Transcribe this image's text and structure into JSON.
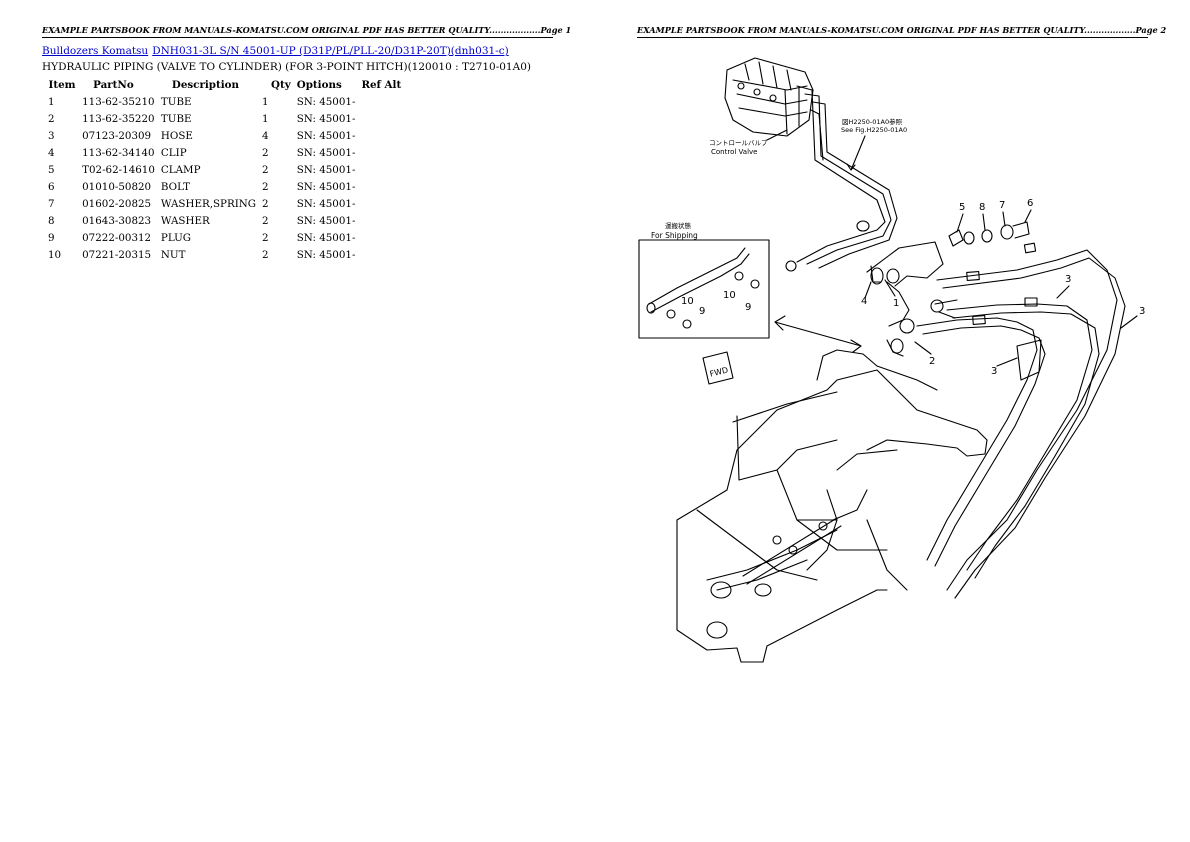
{
  "headers": {
    "page1": "EXAMPLE PARTSBOOK FROM MANUALS-KOMATSU.COM ORIGINAL PDF HAS BETTER QUALITY..................Page 1",
    "page2": "EXAMPLE PARTSBOOK FROM MANUALS-KOMATSU.COM ORIGINAL PDF HAS BETTER QUALITY..................Page 2"
  },
  "breadcrumb": {
    "link1": "Bulldozers Komatsu",
    "link2": "DNH031-3L S/N 45001-UP (D31P/PL/PLL-20/D31P-20T)(dnh031-c)"
  },
  "subtitle": "HYDRAULIC PIPING (VALVE TO CYLINDER) (FOR 3-POINT HITCH)(120010 : T2710-01A0)",
  "table": {
    "columns": [
      "Item",
      "PartNo",
      "Description",
      "Qty",
      "Options",
      "Ref Alt"
    ],
    "rows": [
      {
        "item": "1",
        "partno": "113-62-35210",
        "desc": "TUBE",
        "qty": "1",
        "options": "SN: 45001-",
        "ref": ""
      },
      {
        "item": "2",
        "partno": "113-62-35220",
        "desc": "TUBE",
        "qty": "1",
        "options": "SN: 45001-",
        "ref": ""
      },
      {
        "item": "3",
        "partno": "07123-20309",
        "desc": "HOSE",
        "qty": "4",
        "options": "SN: 45001-",
        "ref": ""
      },
      {
        "item": "4",
        "partno": "113-62-34140",
        "desc": "CLIP",
        "qty": "2",
        "options": "SN: 45001-",
        "ref": ""
      },
      {
        "item": "5",
        "partno": "T02-62-14610",
        "desc": "CLAMP",
        "qty": "2",
        "options": "SN: 45001-",
        "ref": ""
      },
      {
        "item": "6",
        "partno": "01010-50820",
        "desc": "BOLT",
        "qty": "2",
        "options": "SN: 45001-",
        "ref": ""
      },
      {
        "item": "7",
        "partno": "01602-20825",
        "desc": "WASHER,SPRING",
        "qty": "2",
        "options": "SN: 45001-",
        "ref": ""
      },
      {
        "item": "8",
        "partno": "01643-30823",
        "desc": "WASHER",
        "qty": "2",
        "options": "SN: 45001-",
        "ref": ""
      },
      {
        "item": "9",
        "partno": "07222-00312",
        "desc": "PLUG",
        "qty": "2",
        "options": "SN: 45001-",
        "ref": ""
      },
      {
        "item": "10",
        "partno": "07221-20315",
        "desc": "NUT",
        "qty": "2",
        "options": "SN: 45001-",
        "ref": ""
      }
    ]
  },
  "diagram": {
    "control_valve_jp": "コントロールバルブ",
    "control_valve": "Control Valve",
    "see_fig_jp": "図H2250-01A0参照",
    "see_fig": "See Fig.H2250-01A0",
    "shipping_jp": "運搬状態",
    "shipping": "For Shipping",
    "fwd": "FWD",
    "callouts": [
      "1",
      "2",
      "3",
      "3",
      "3",
      "4",
      "5",
      "6",
      "7",
      "8",
      "9",
      "10",
      "9",
      "10"
    ]
  }
}
